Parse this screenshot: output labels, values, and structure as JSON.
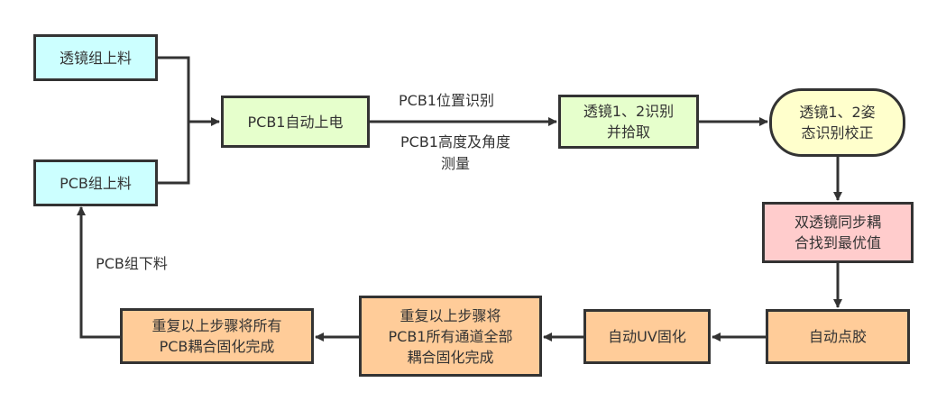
{
  "colors": {
    "cyan": "#ccffff",
    "green": "#e6ffcc",
    "yellow": "#ffffcc",
    "pink": "#ffcccc",
    "orange": "#ffcc99",
    "stroke": "#333333"
  },
  "nodes": {
    "lens_load": "透镜组上料",
    "pcb_load": "PCB组上料",
    "pcb_power": "PCB1自动上电",
    "lens_pick": "透镜1、2识别\n并拾取",
    "lens_pose": "透镜1、2姿\n态识别校正",
    "dual_couple": "双透镜同步耦\n合找到最优值",
    "auto_glue": "自动点胶",
    "uv_cure": "自动UV固化",
    "repeat_channels": "重复以上步骤将\nPCB1所有通道全部\n耦合固化完成",
    "repeat_pcb": "重复以上步骤将所有\nPCB耦合固化完成"
  },
  "edge_labels": {
    "position": "PCB1位置识别",
    "height": "PCB1高度及角度\n测量",
    "unload": "PCB组下料"
  }
}
